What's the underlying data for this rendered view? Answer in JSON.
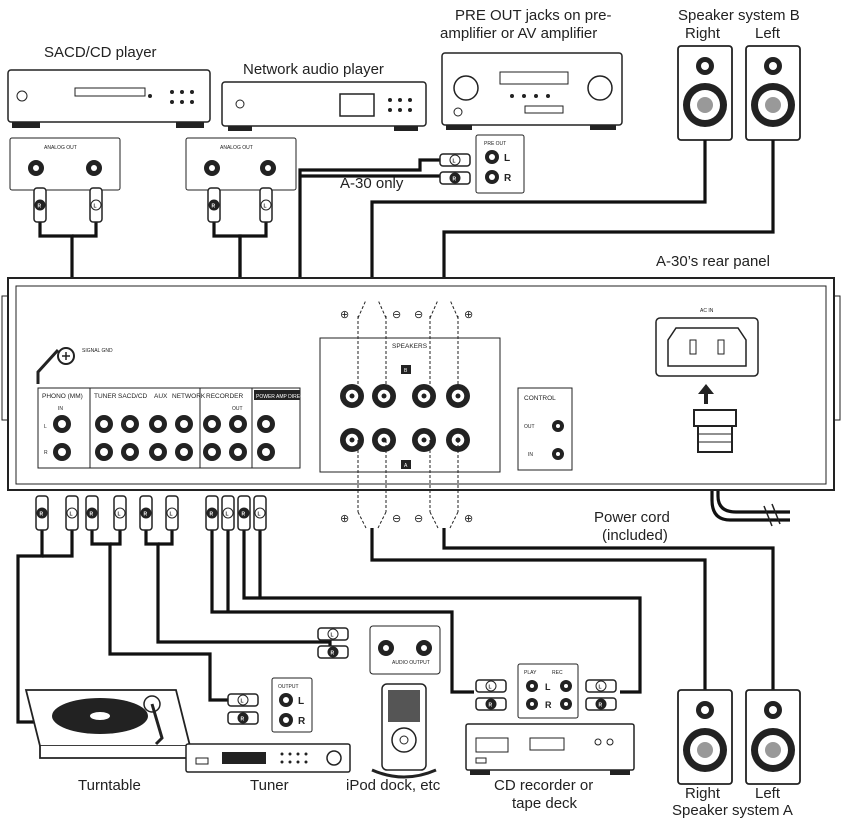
{
  "labels": {
    "sacd_cd_player": "SACD/CD player",
    "network_audio_player": "Network audio player",
    "pre_out_line1": "PRE OUT jacks on pre-",
    "pre_out_line2": "amplifier or AV amplifier",
    "speaker_b_title": "Speaker system B",
    "speaker_b_right": "Right",
    "speaker_b_left": "Left",
    "a30_only": "A-30 only",
    "rear_panel": "A-30’s rear panel",
    "power_cord_line1": "Power cord",
    "power_cord_line2": "(included)",
    "turntable": "Turntable",
    "tuner": "Tuner",
    "ipod_dock": "iPod dock, etc",
    "cd_recorder_line1": "CD recorder or",
    "cd_recorder_line2": "tape deck",
    "speaker_a_right": "Right",
    "speaker_a_left": "Left",
    "speaker_a_title": "Speaker system A"
  },
  "panel": {
    "analog_out": "ANALOG OUT",
    "phono": "PHONO (MM)",
    "tuner": "TUNER",
    "sacd_cd": "SACD/CD",
    "aux": "AUX",
    "network": "NETWORK",
    "recorder": "RECORDER",
    "power_amp_direct": "POWER AMP DIRECT",
    "in": "IN",
    "out": "OUT",
    "signal_gnd": "SIGNAL GND",
    "speakers": "SPEAKERS",
    "control": "CONTROL",
    "control_out": "OUT",
    "control_in": "IN",
    "ac_in": "AC IN",
    "pre_out": "PRE OUT",
    "output": "OUTPUT",
    "play": "PLAY",
    "rec": "REC",
    "audio_output": "AUDIO OUTPUT",
    "l": "L",
    "r": "R",
    "a": "A",
    "b": "B"
  }
}
